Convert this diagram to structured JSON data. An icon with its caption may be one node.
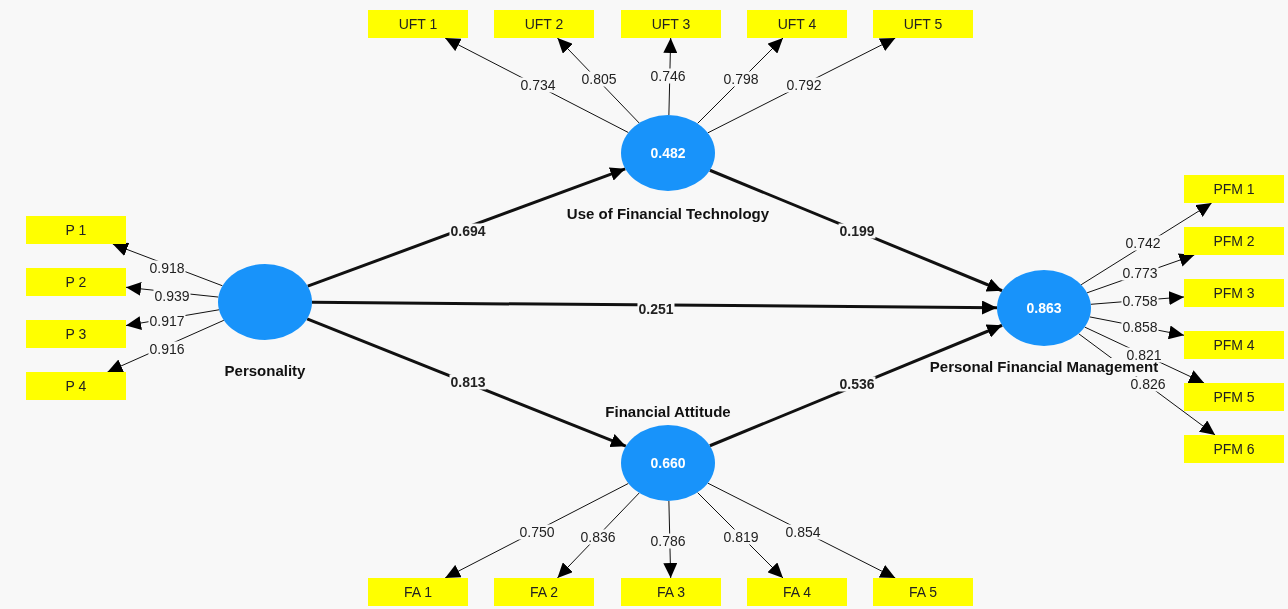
{
  "diagram": {
    "nodes": [
      {
        "text": [
          "UFT 1"
        ]
      },
      {
        "text": [
          "UFT 2"
        ]
      },
      {
        "text": [
          "UFT 3"
        ]
      },
      {
        "text": [
          "UFT 4"
        ]
      },
      {
        "text": [
          "UFT 5"
        ]
      },
      {
        "text": [
          "0.482",
          "Use of Financial Technology"
        ]
      },
      {
        "text": [
          "P 1"
        ]
      },
      {
        "text": [
          "P 2"
        ]
      },
      {
        "text": [
          "P 3"
        ]
      },
      {
        "text": [
          "P 4"
        ]
      },
      {
        "text": [
          "Personality"
        ]
      },
      {
        "text": [
          "0.863",
          "Personal Financial Management"
        ]
      },
      {
        "text": [
          "PFM 1"
        ]
      },
      {
        "text": [
          "PFM 2"
        ]
      },
      {
        "text": [
          "PFM 3"
        ]
      },
      {
        "text": [
          "PFM 4"
        ]
      },
      {
        "text": [
          "PFM 5"
        ]
      },
      {
        "text": [
          "PFM 6"
        ]
      },
      {
        "text": [
          "Financial Attitude",
          "0.660"
        ]
      },
      {
        "text": [
          "FA 1"
        ]
      },
      {
        "text": [
          "FA 2"
        ]
      },
      {
        "text": [
          "FA 3"
        ]
      },
      {
        "text": [
          "FA 4"
        ]
      },
      {
        "text": [
          "FA 5"
        ]
      }
    ],
    "edges": [
      {
        "from": 5,
        "to": 0,
        "arrow": "to",
        "label": "0.734"
      },
      {
        "from": 5,
        "to": 1,
        "arrow": "to",
        "label": "0.805"
      },
      {
        "from": 5,
        "to": 2,
        "arrow": "to",
        "label": "0.746"
      },
      {
        "from": 5,
        "to": 3,
        "arrow": "to",
        "label": "0.798"
      },
      {
        "from": 5,
        "to": 4,
        "arrow": "to",
        "label": "0.792"
      },
      {
        "from": 10,
        "to": 6,
        "arrow": "to",
        "label": "0.918"
      },
      {
        "from": 10,
        "to": 7,
        "arrow": "to",
        "label": "0.939"
      },
      {
        "from": 10,
        "to": 8,
        "arrow": "to",
        "label": "0.917"
      },
      {
        "from": 10,
        "to": 9,
        "arrow": "to",
        "label": "0.916"
      },
      {
        "from": 11,
        "to": 12,
        "arrow": "to",
        "label": "0.742"
      },
      {
        "from": 11,
        "to": 13,
        "arrow": "to",
        "label": "0.773"
      },
      {
        "from": 11,
        "to": 14,
        "arrow": "to",
        "label": "0.758"
      },
      {
        "from": 11,
        "to": 15,
        "arrow": "to",
        "label": "0.858"
      },
      {
        "from": 11,
        "to": 16,
        "arrow": "to",
        "label": "0.821"
      },
      {
        "from": 11,
        "to": 17,
        "arrow": "to",
        "label": "0.826"
      },
      {
        "from": 18,
        "to": 19,
        "arrow": "to",
        "label": "0.750"
      },
      {
        "from": 18,
        "to": 20,
        "arrow": "to",
        "label": "0.836"
      },
      {
        "from": 18,
        "to": 21,
        "arrow": "to",
        "label": "0.786"
      },
      {
        "from": 18,
        "to": 22,
        "arrow": "to",
        "label": "0.819"
      },
      {
        "from": 18,
        "to": 23,
        "arrow": "to",
        "label": "0.854"
      },
      {
        "from": 10,
        "to": 5,
        "arrow": "to",
        "label": "0.694",
        "style": "thick"
      },
      {
        "from": 10,
        "to": 11,
        "arrow": "to",
        "label": "0.251",
        "style": "thick"
      },
      {
        "from": 10,
        "to": 18,
        "arrow": "to",
        "label": "0.813",
        "style": "thick"
      },
      {
        "from": 5,
        "to": 11,
        "arrow": "to",
        "label": "0.199",
        "style": "thick"
      },
      {
        "from": 18,
        "to": 11,
        "arrow": "to",
        "label": "0.536",
        "style": "thick"
      }
    ]
  }
}
